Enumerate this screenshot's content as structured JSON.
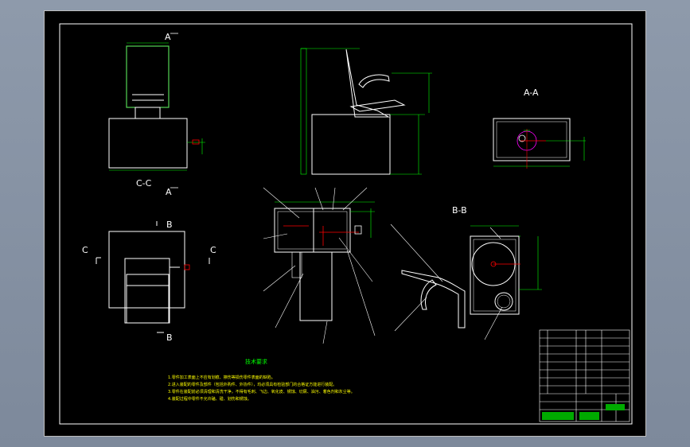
{
  "views": {
    "section_aa": "A-A",
    "section_bb": "B-B",
    "section_cc": "C-C",
    "marker_a": "A",
    "marker_b": "B",
    "marker_c": "C"
  },
  "notes": {
    "title": "技术要求",
    "lines": [
      "1.零件加工表面上不应有划痕、擦伤等损伤零件表面的缺陷。",
      "2.进入装配的零件及部件（包括外购件、外协件），均必须具有检验部门的合格证方能进行装配。",
      "3.零件在装配前必须清理和清洗干净，不得有毛刺、飞边、氧化皮、锈蚀、切屑、油污、着色剂和灰尘等。",
      "4.装配过程中零件不允许磕、碰、划伤和锈蚀。"
    ]
  },
  "colors": {
    "outline": "#ffffff",
    "dimension": "#00ff00",
    "center": "#ff0000",
    "notes": "#ffff00",
    "background": "#000000"
  }
}
